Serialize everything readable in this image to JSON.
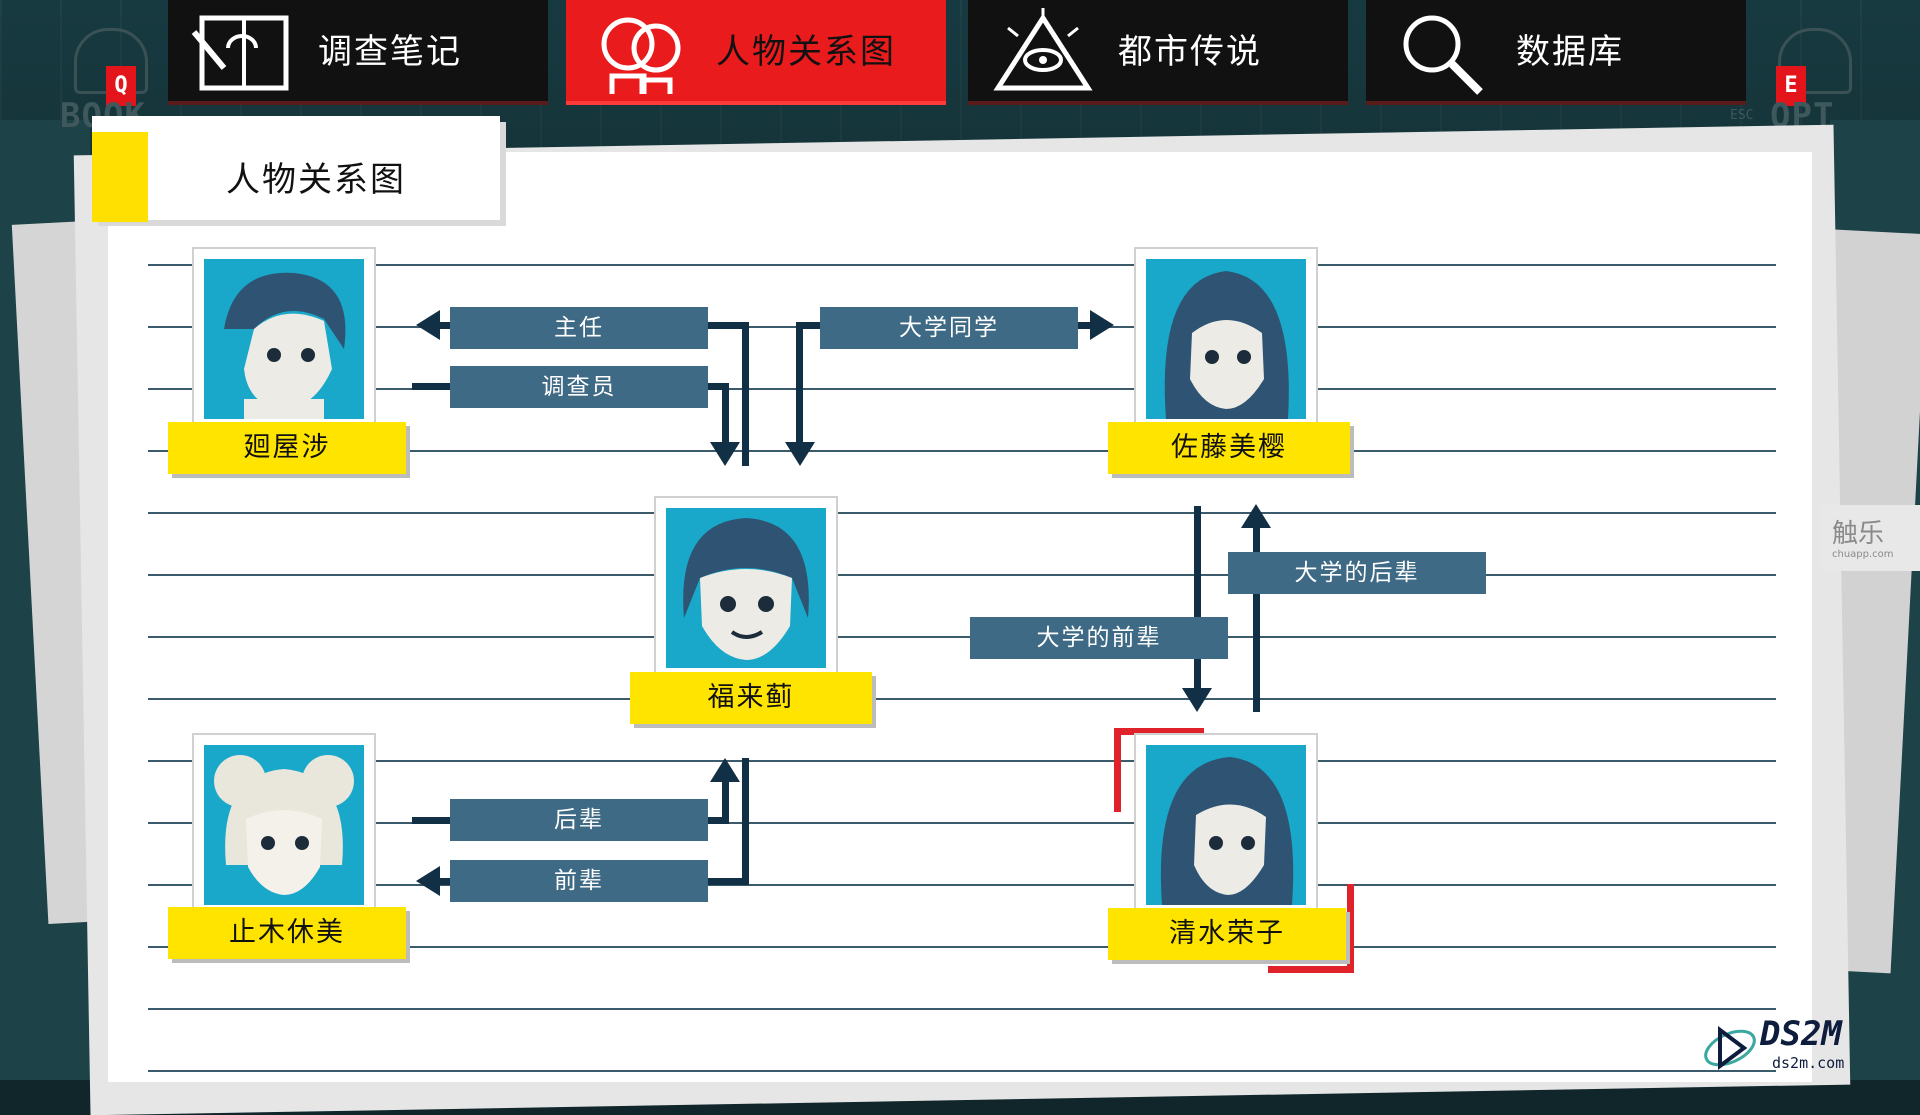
{
  "tabs": [
    {
      "label": "调查笔记",
      "icon": "notebook-icon"
    },
    {
      "label": "人物关系图",
      "icon": "people-icon",
      "active": true
    },
    {
      "label": "都市传说",
      "icon": "eye-pyramid-icon"
    },
    {
      "label": "数据库",
      "icon": "magnifier-icon"
    }
  ],
  "side_left": {
    "key": "Q",
    "word": "BOOK"
  },
  "side_right": {
    "key": "E",
    "word": "OPT",
    "esc": "ESC"
  },
  "page_title": "人物关系图",
  "characters": {
    "kuruya": {
      "name": "廻屋涉"
    },
    "sato": {
      "name": "佐藤美樱"
    },
    "fukurai": {
      "name": "福来蓟"
    },
    "tomeki": {
      "name": "止木休美"
    },
    "shimizu": {
      "name": "清水荣子"
    }
  },
  "relations": {
    "chief": "主任",
    "investigator": "调查员",
    "classmate": "大学同学",
    "junior_uni": "大学的后辈",
    "senior_uni": "大学的前辈",
    "junior": "后辈",
    "senior": "前辈"
  },
  "watermark": {
    "main": "触乐",
    "sub": "chuapp.com"
  },
  "logo": {
    "main": "DS2M",
    "sub": "ds2m.com"
  },
  "colors": {
    "active_tab": "#ea1b1c",
    "nameplate": "#ffe400",
    "relation_label": "#3f6a85",
    "portrait_bg": "#19a8c9",
    "highlight": "#e0232a"
  }
}
